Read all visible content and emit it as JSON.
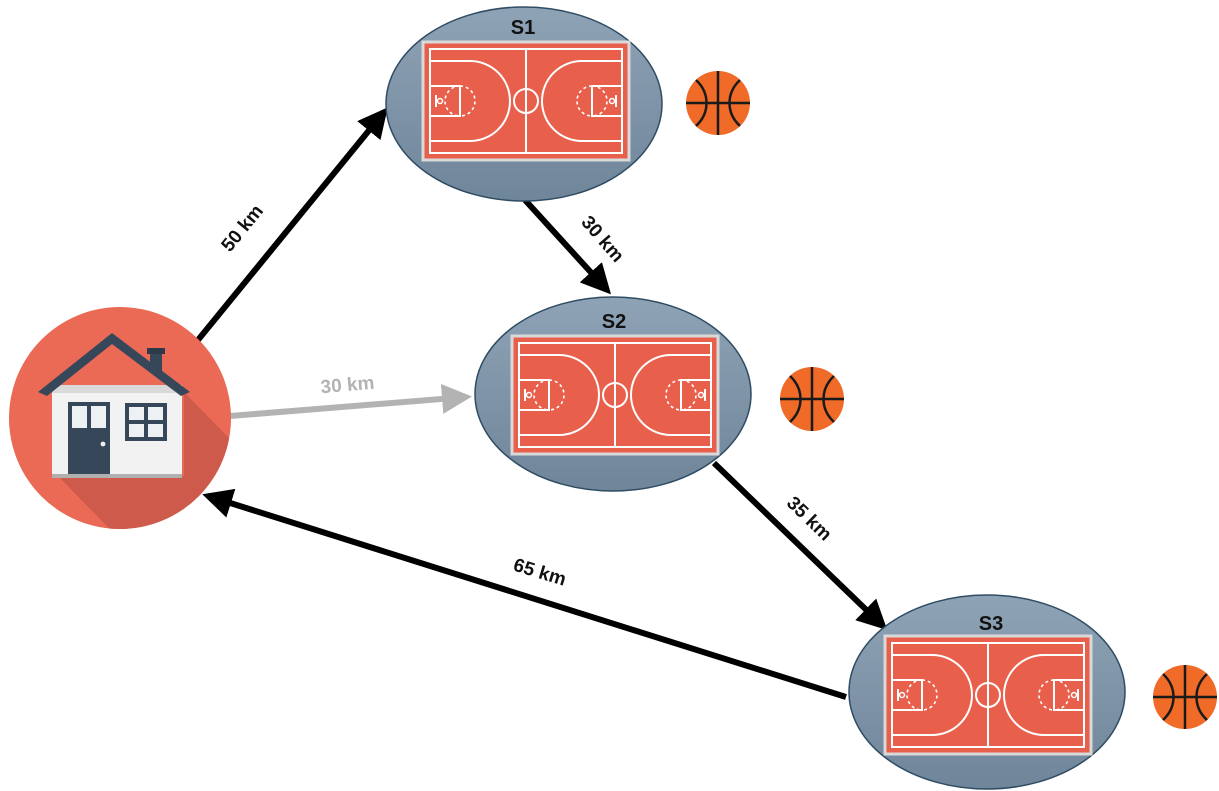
{
  "nodes": {
    "s1": {
      "label": "S1"
    },
    "s2": {
      "label": "S2"
    },
    "s3": {
      "label": "S3"
    }
  },
  "edges": {
    "home_s1": {
      "label": "50 km"
    },
    "s1_s2": {
      "label": "30 km"
    },
    "home_s2": {
      "label": "30 km"
    },
    "s2_s3": {
      "label": "35 km"
    },
    "s3_home": {
      "label": "65 km"
    }
  },
  "colors": {
    "station_fill": "#7f93a6",
    "station_stroke": "#2f4c63",
    "court": "#e8604c",
    "court_line": "#ffffff",
    "house_circle": "#ea6a55",
    "house_shadow": "#c8574a",
    "roof": "#37475a",
    "ball": "#f06a28",
    "edge": "#000000",
    "edge_alt": "#b3b3b3"
  }
}
